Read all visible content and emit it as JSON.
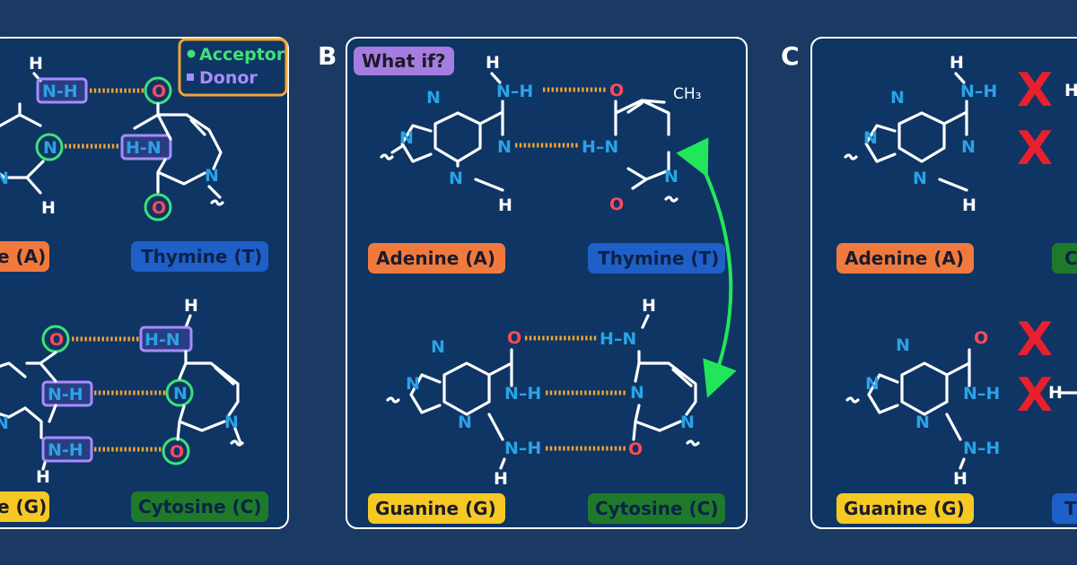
{
  "colors": {
    "background": "#1b3a63",
    "panel_fill": "#0e3564",
    "nitrogen": "#2aa3e6",
    "oxygen": "#ff4a5a",
    "hydrogen_bond": "#f2a531",
    "acceptor": "#3fe07a",
    "donor": "#a68cff",
    "adenine": "#f07a3e",
    "thymine": "#1f5fc8",
    "guanine": "#f5c823",
    "cytosine": "#1e7a2a",
    "x_mark": "#e8202d",
    "arrow": "#22e65a"
  },
  "legend": {
    "acceptor_label": "Acceptor",
    "donor_label": "Donor"
  },
  "panels": {
    "B": {
      "letter": "B",
      "badge": "What if?"
    },
    "C": {
      "letter": "C"
    }
  },
  "atoms": {
    "N": "N",
    "O": "O",
    "H": "H",
    "CH3": "CH₃",
    "NH": "N–H",
    "HN": "H–N",
    "NH_short": "N-H",
    "HN_short": "H-N"
  },
  "labels": {
    "adenine_A": "Adenine (A)",
    "adenine_A_cut": "e (A)",
    "thymine_T": "Thymine (T)",
    "guanine_G": "Guanine (G)",
    "guanine_G_cut": "e (G)",
    "cytosine_C": "Cytosine (C)",
    "cut_C": "C",
    "cut_T": "T"
  },
  "x_mark": "X"
}
